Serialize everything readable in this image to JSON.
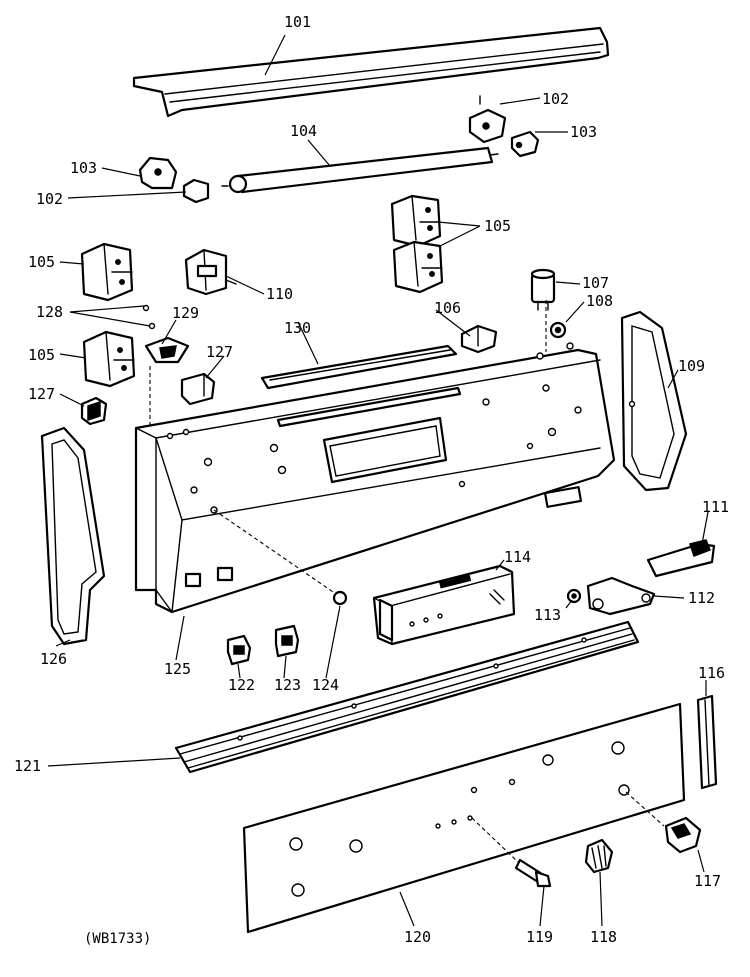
{
  "diagram_code": "(WB1733)",
  "labels": {
    "p101": "101",
    "p102a": "102",
    "p103a": "103",
    "p104": "104",
    "p103b": "103",
    "p102b": "102",
    "p105a": "105",
    "p105b": "105",
    "p110": "110",
    "p107": "107",
    "p108": "108",
    "p128": "128",
    "p129": "129",
    "p130": "130",
    "p106": "106",
    "p105c": "105",
    "p127a": "127",
    "p127b": "127",
    "p109": "109",
    "p111": "111",
    "p114": "114",
    "p113": "113",
    "p112": "112",
    "p126": "126",
    "p125": "125",
    "p122": "122",
    "p123": "123",
    "p124": "124",
    "p116": "116",
    "p121": "121",
    "p117": "117",
    "p120": "120",
    "p119": "119",
    "p118": "118"
  }
}
